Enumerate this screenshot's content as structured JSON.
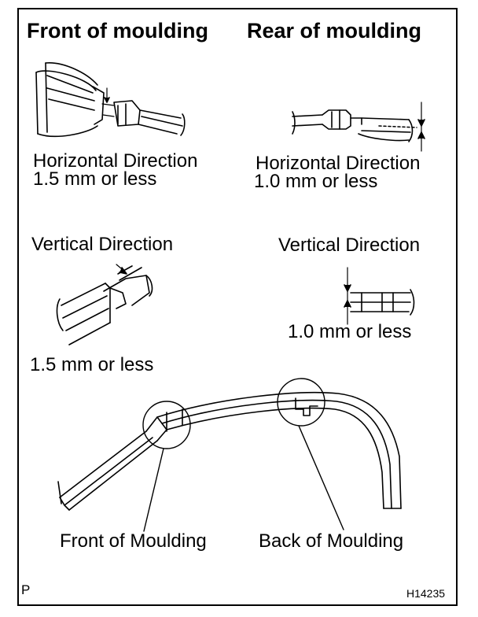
{
  "headings": {
    "front": "Front of moulding",
    "rear": "Rear of moulding"
  },
  "front_panel": {
    "horizontal_label": "Horizontal Direction",
    "horizontal_value": "1.5 mm or less",
    "vertical_label": "Vertical Direction",
    "vertical_value": "1.5 mm or less"
  },
  "rear_panel": {
    "horizontal_label": "Horizontal Direction",
    "horizontal_value": "1.0 mm or less",
    "vertical_label": "Vertical Direction",
    "vertical_value": "1.0 mm or less"
  },
  "overview": {
    "front_callout": "Front of Moulding",
    "back_callout": "Back of Moulding"
  },
  "footer": {
    "left_mark": "P",
    "figure_code": "H14235"
  }
}
